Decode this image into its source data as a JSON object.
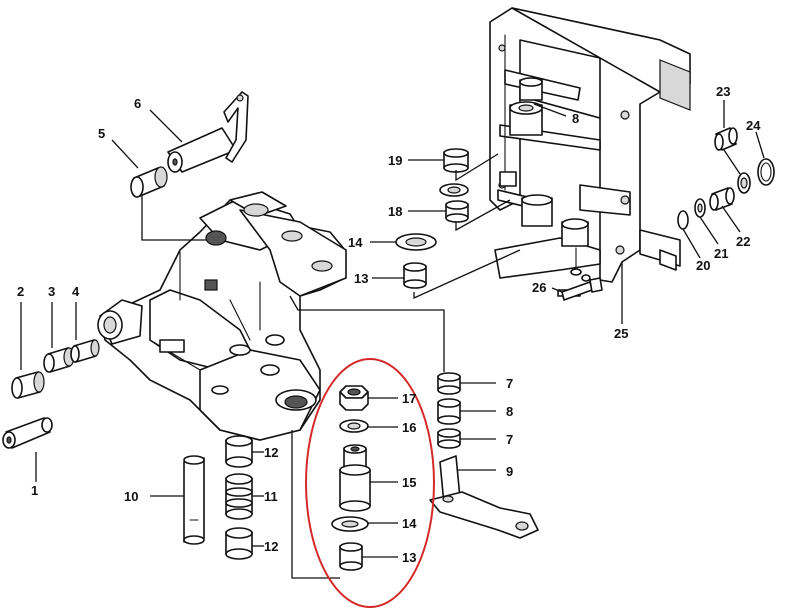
{
  "callouts": [
    {
      "id": "c1",
      "label": "1"
    },
    {
      "id": "c2",
      "label": "2"
    },
    {
      "id": "c3",
      "label": "3"
    },
    {
      "id": "c4",
      "label": "4"
    },
    {
      "id": "c5",
      "label": "5"
    },
    {
      "id": "c6",
      "label": "6"
    },
    {
      "id": "c7a",
      "label": "7"
    },
    {
      "id": "c7b",
      "label": "7"
    },
    {
      "id": "c8a",
      "label": "8"
    },
    {
      "id": "c8b",
      "label": "8"
    },
    {
      "id": "c9",
      "label": "9"
    },
    {
      "id": "c10",
      "label": "10"
    },
    {
      "id": "c11",
      "label": "11"
    },
    {
      "id": "c12a",
      "label": "12"
    },
    {
      "id": "c12b",
      "label": "12"
    },
    {
      "id": "c13a",
      "label": "13"
    },
    {
      "id": "c13b",
      "label": "13"
    },
    {
      "id": "c14a",
      "label": "14"
    },
    {
      "id": "c14b",
      "label": "14"
    },
    {
      "id": "c15",
      "label": "15"
    },
    {
      "id": "c16",
      "label": "16"
    },
    {
      "id": "c17",
      "label": "17"
    },
    {
      "id": "c18",
      "label": "18"
    },
    {
      "id": "c19",
      "label": "19"
    },
    {
      "id": "c20",
      "label": "20"
    },
    {
      "id": "c21",
      "label": "21"
    },
    {
      "id": "c22",
      "label": "22"
    },
    {
      "id": "c23",
      "label": "23"
    },
    {
      "id": "c24",
      "label": "24"
    },
    {
      "id": "c25",
      "label": "25"
    },
    {
      "id": "c26",
      "label": "26"
    }
  ],
  "highlight": {
    "color": "#d42a2a"
  }
}
